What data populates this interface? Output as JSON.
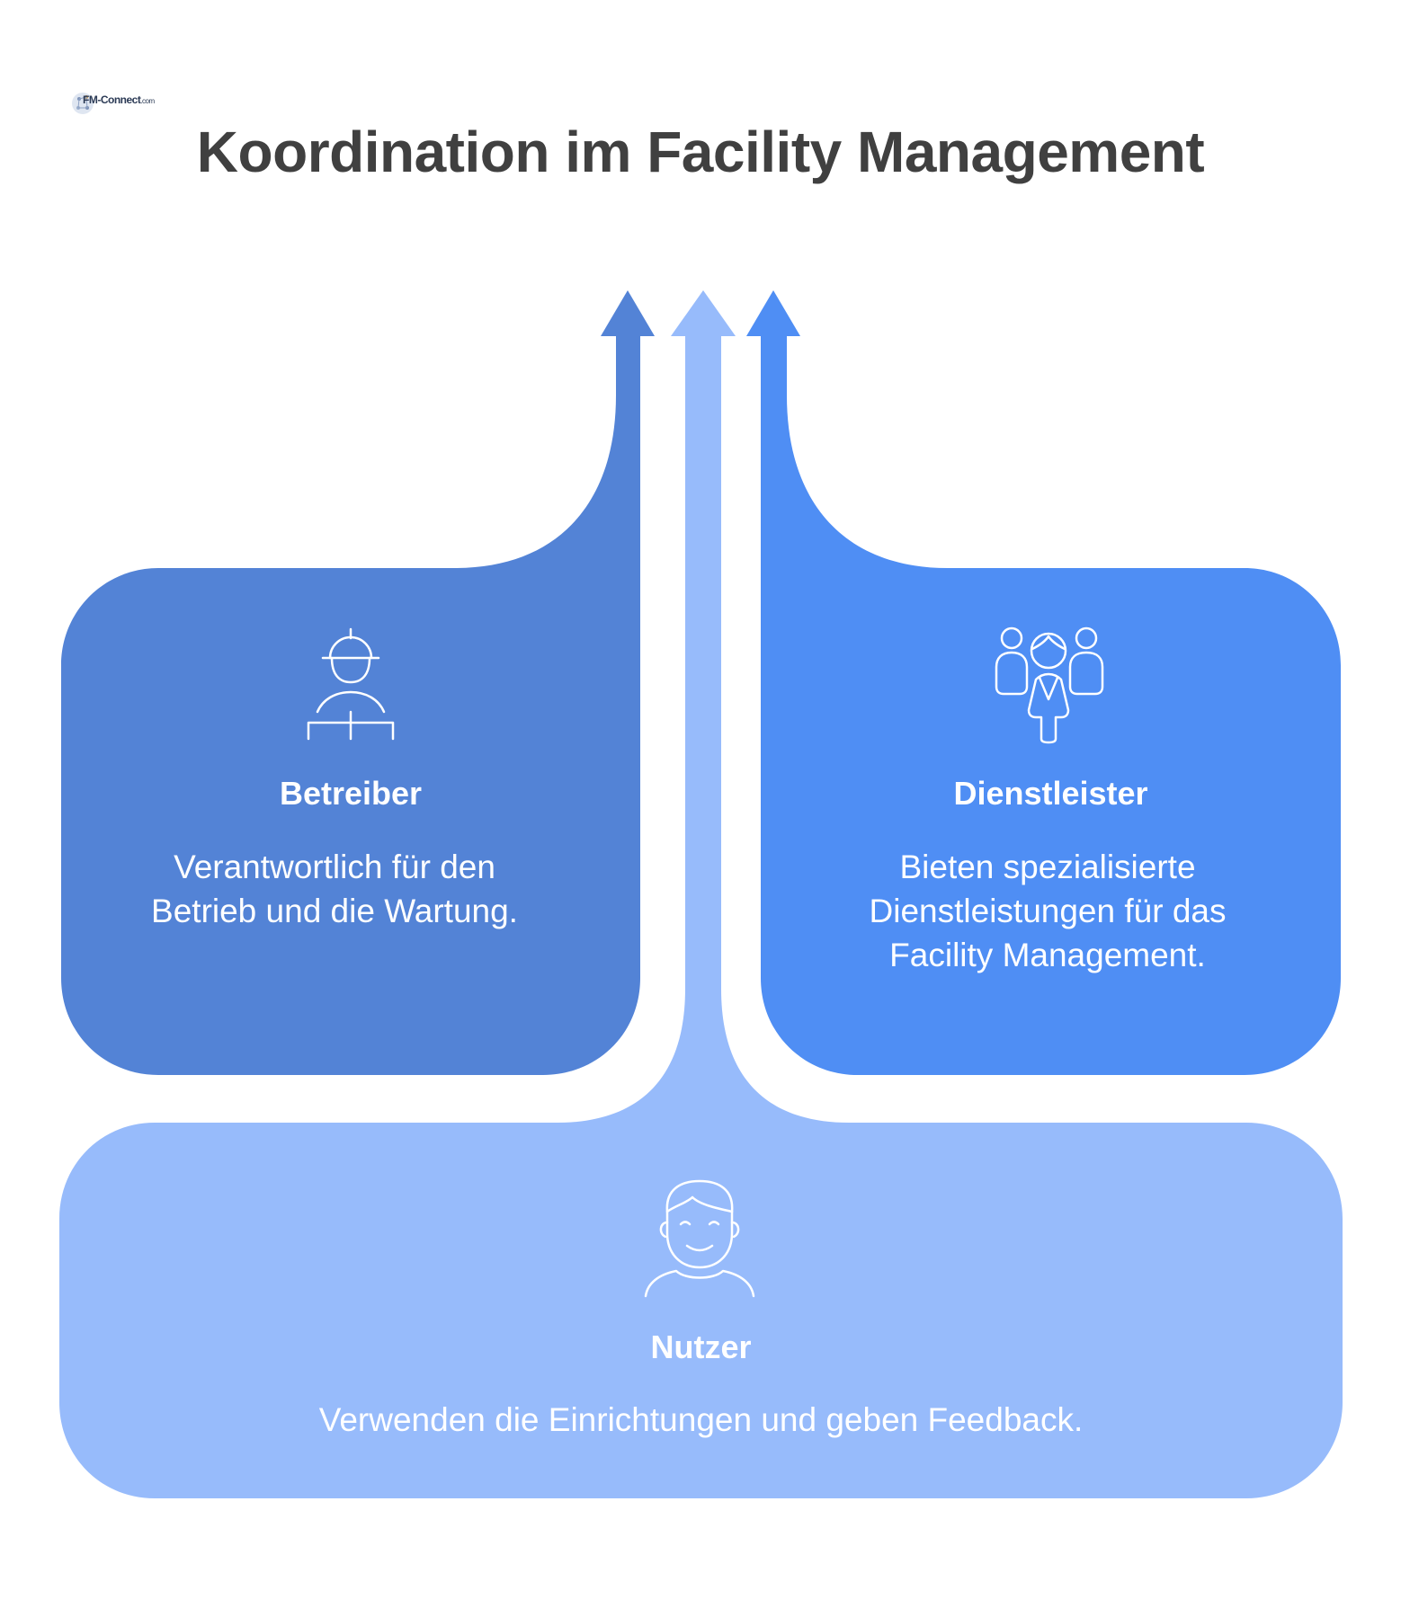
{
  "logo": {
    "text": "FM-Connect",
    "suffix": ".com",
    "icon": "network-globe-logo"
  },
  "title": "Koordination im Facility Management",
  "colors": {
    "betreiber": "#5383D6",
    "dienstleister": "#4F8EF4",
    "nutzer": "#97BBFB",
    "title": "#404040",
    "text": "#FFFFFF"
  },
  "nodes": {
    "betreiber": {
      "label": "Betreiber",
      "description": "Verantwortlich für den Betrieb und die Wartung.",
      "icon": "worker-helmet-icon"
    },
    "dienstleister": {
      "label": "Dienstleister",
      "description": "Bieten spezialisierte Dienstleistungen für das Facility Management.",
      "icon": "people-group-icon"
    },
    "nutzer": {
      "label": "Nutzer",
      "description": "Verwenden die Einrichtungen und geben Feedback.",
      "icon": "user-face-icon"
    }
  }
}
